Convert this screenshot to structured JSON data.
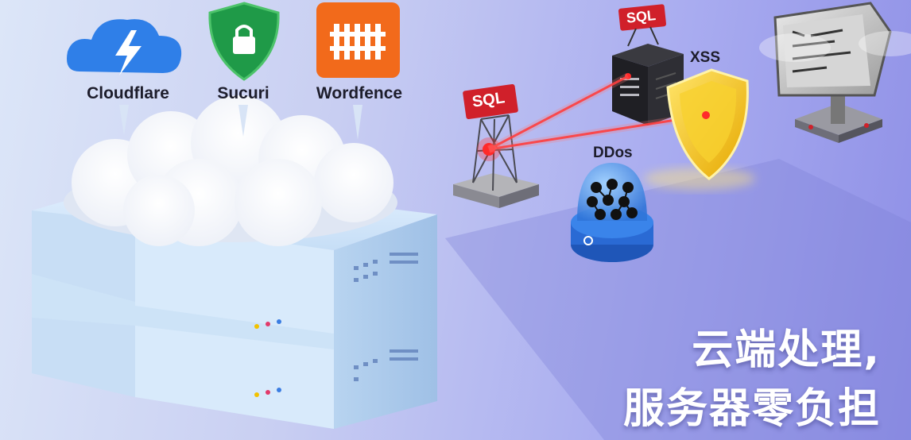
{
  "vendors": [
    {
      "name": "Cloudflare",
      "icon": "lightning-cloud-icon",
      "color": "#2f7fe8"
    },
    {
      "name": "Sucuri",
      "icon": "padlock-shield-icon",
      "color": "#1f9a48"
    },
    {
      "name": "Wordfence",
      "icon": "fence-icon",
      "color": "#f26a1b"
    }
  ],
  "threats": {
    "sql_left": "SQL",
    "sql_top": "SQL",
    "xss": "XSS",
    "ddos": "DDos"
  },
  "headline": {
    "line1": "云端处理,",
    "line2": "服务器零负担"
  },
  "colors": {
    "laser": "#ff2a2a",
    "shield": "#f5c518",
    "server_block": "#bcd8f3",
    "sign_red": "#d0202a"
  }
}
